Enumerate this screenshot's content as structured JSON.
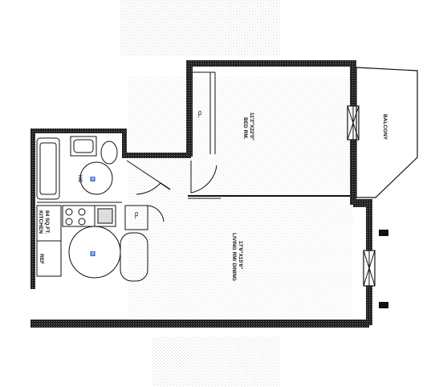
{
  "plan": {
    "rooms": {
      "bedroom": {
        "name": "BED RM.",
        "size": "11'2\"X22'0\""
      },
      "balcony": {
        "name": "BALCONY"
      },
      "living": {
        "name": "LIVING RM/ DINING",
        "size": "17'6\"X15'6\""
      },
      "kitchen": {
        "name": "KITCHEN",
        "area": "84 SQ.FT."
      },
      "bath": {
        "name": "HC"
      }
    },
    "closets": {
      "bedroom": "CL.",
      "entry": "CL."
    },
    "fixtures": {
      "refrigerator": "REF"
    }
  }
}
